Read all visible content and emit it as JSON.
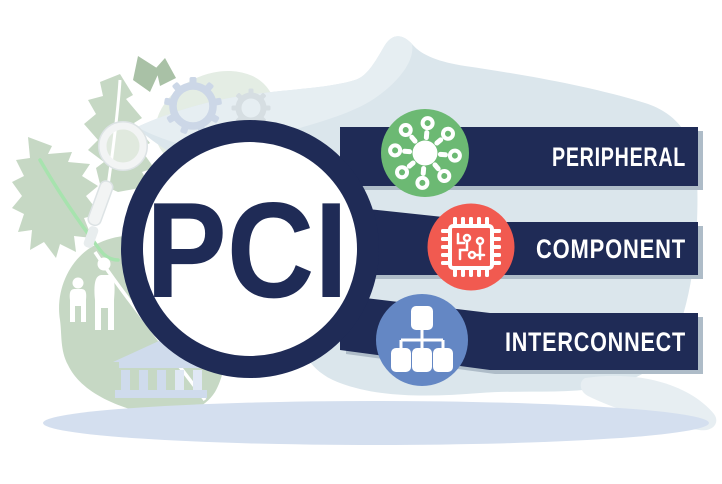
{
  "illustration": {
    "acronym": "PCI",
    "words": [
      {
        "label": "PERIPHERAL",
        "icon": "hub-network-icon",
        "badge_color": "#6cb973"
      },
      {
        "label": "COMPONENT",
        "icon": "microchip-icon",
        "badge_color": "#f15a50"
      },
      {
        "label": "INTERCONNECT",
        "icon": "sitemap-icon",
        "badge_color": "#6487c4"
      }
    ],
    "colors": {
      "navy": "#1f2b56",
      "label_text": "#ffffff",
      "blob": "#dbe6ec",
      "blob_light": "#e6eef2",
      "bar_shadow": "#aebcc8",
      "ground": "#d4dfef",
      "leaf": "#c6d8c4",
      "leaf_dark": "#a9c1a6",
      "stem": "#a7e3ae",
      "gear": "#ccd7e7",
      "gear_small": "#d6dee2",
      "building": "#cfdbec",
      "building_light": "#e0e8f4",
      "magnifier": "#f2f4f4"
    }
  }
}
